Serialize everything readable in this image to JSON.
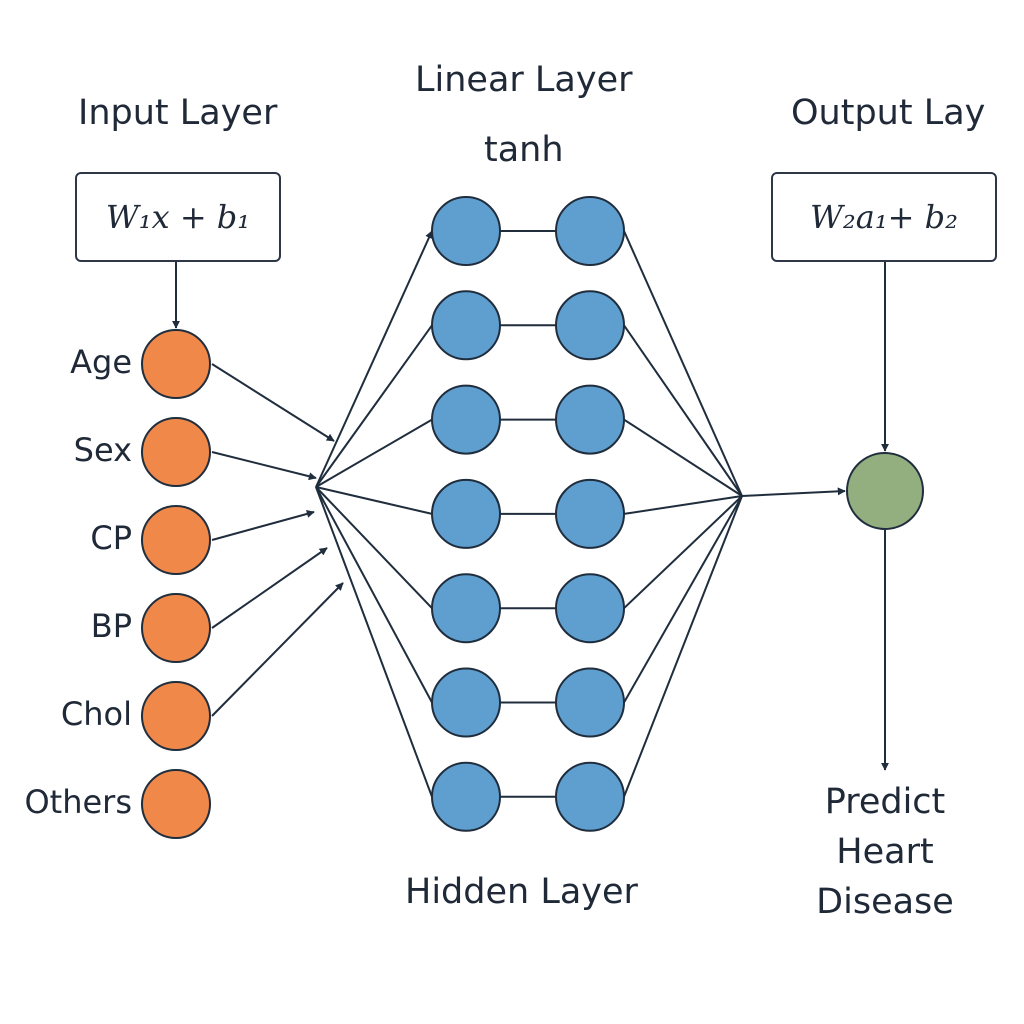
{
  "titles": {
    "input_layer": "Input Layer",
    "linear_layer": "Linear Layer",
    "activation": "tanh",
    "output_layer": "Output Lay",
    "hidden_layer": "Hidden Layer"
  },
  "formulas": {
    "input": "W₁x + b₁",
    "output": "W₂a₁+ b₂"
  },
  "input_features": [
    "Age",
    "Sex",
    "CP",
    "BP",
    "Chol",
    "Others"
  ],
  "hidden_rows": 7,
  "hidden_columns": 2,
  "output_label_lines": [
    "Predict",
    "Heart",
    "Disease"
  ],
  "colors": {
    "input_node": "#f0884a",
    "hidden_node": "#5f9fd0",
    "output_node": "#93af80",
    "stroke": "#1f2d3d"
  }
}
